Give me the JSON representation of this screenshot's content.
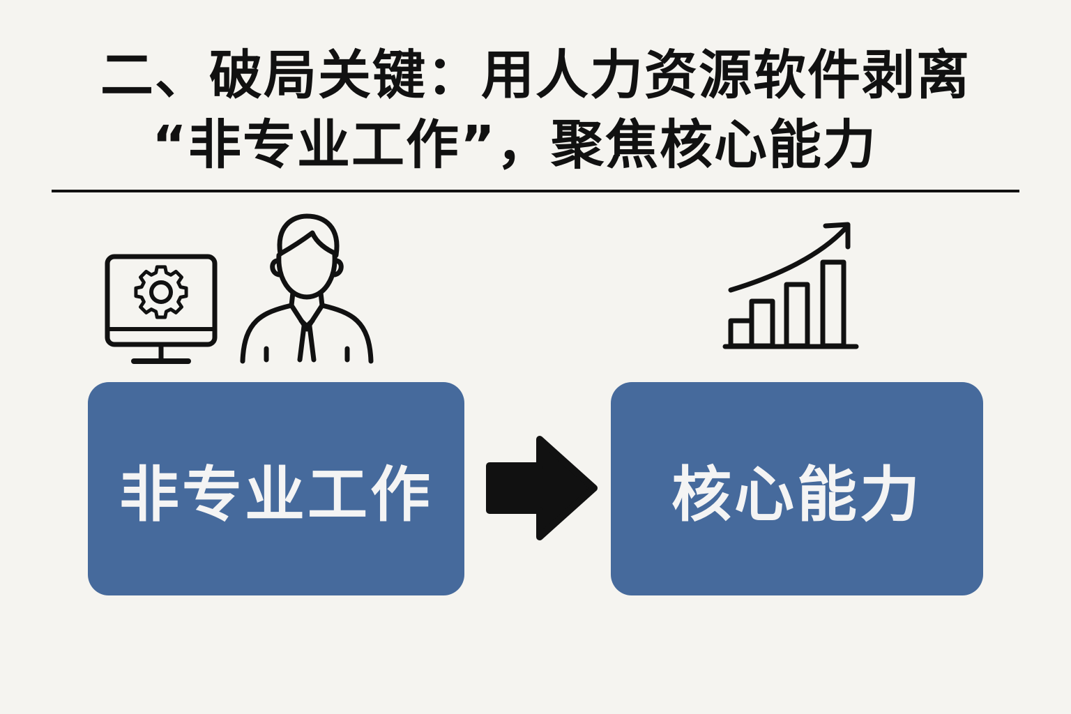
{
  "title": {
    "line1": "二、破局关键：用人力资源软件剥离",
    "line2": "“非专业工作”，聚焦核心能力"
  },
  "left_box": {
    "label": "非专业工作",
    "icons": [
      "monitor-gear-icon",
      "person-icon"
    ]
  },
  "right_box": {
    "label": "核心能力",
    "icons": [
      "growth-chart-icon"
    ]
  },
  "connector": {
    "icon": "arrow-right-icon"
  },
  "colors": {
    "background": "#f5f4f0",
    "box": "#466a9c",
    "text_dark": "#111111",
    "text_light": "#f4f4f4"
  }
}
